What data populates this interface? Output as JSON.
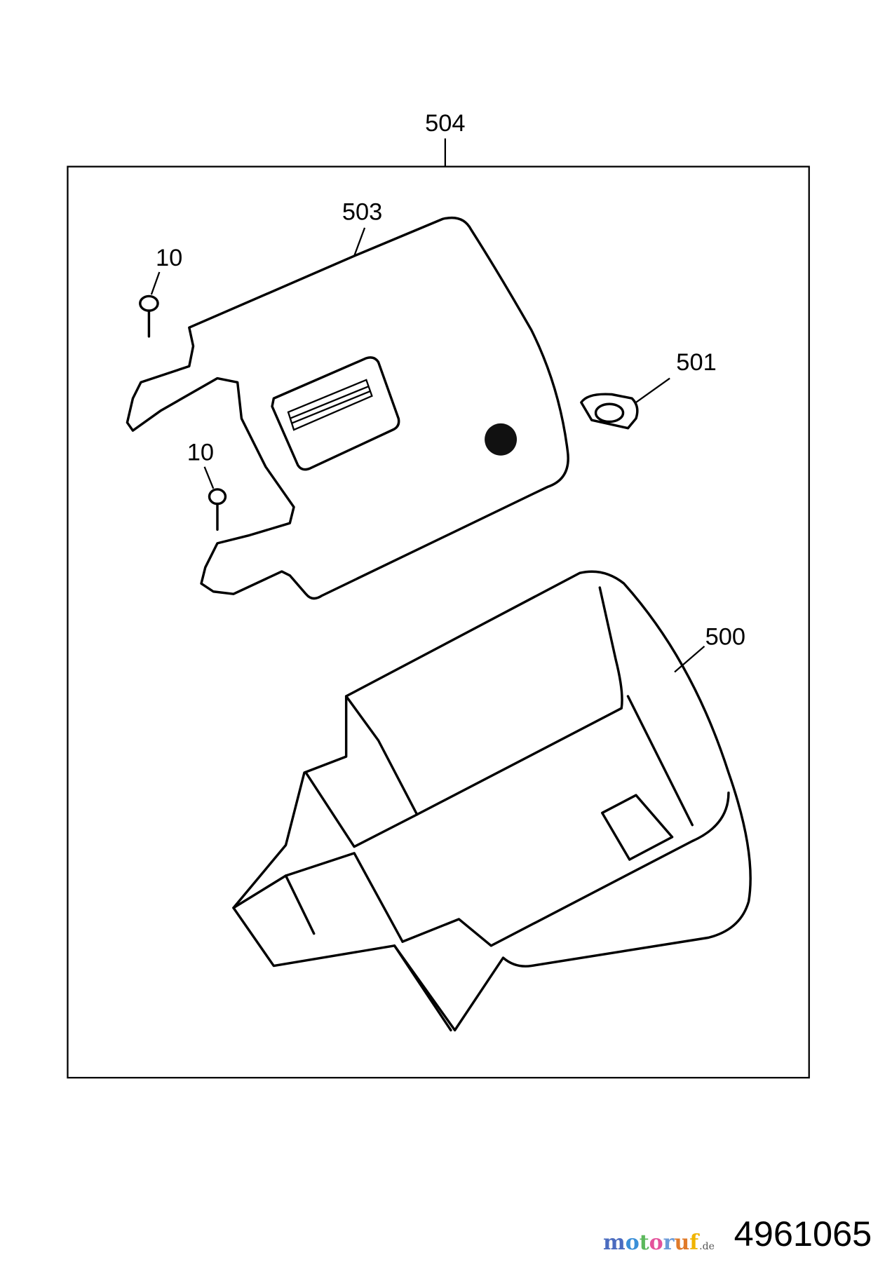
{
  "callouts": {
    "assembly": "504",
    "cover": "503",
    "screw_top": "10",
    "screw_bottom": "10",
    "cap": "501",
    "housing": "500"
  },
  "part_number": "4961065",
  "watermark": {
    "letters": [
      "m",
      "o",
      "t",
      "o",
      "r",
      "u",
      "f"
    ],
    "suffix": ".de",
    "colors": [
      "#4a6bbf",
      "#3a8fd8",
      "#5cb85c",
      "#e4529b",
      "#6a9ad8",
      "#e07b2a",
      "#f0b400"
    ]
  }
}
